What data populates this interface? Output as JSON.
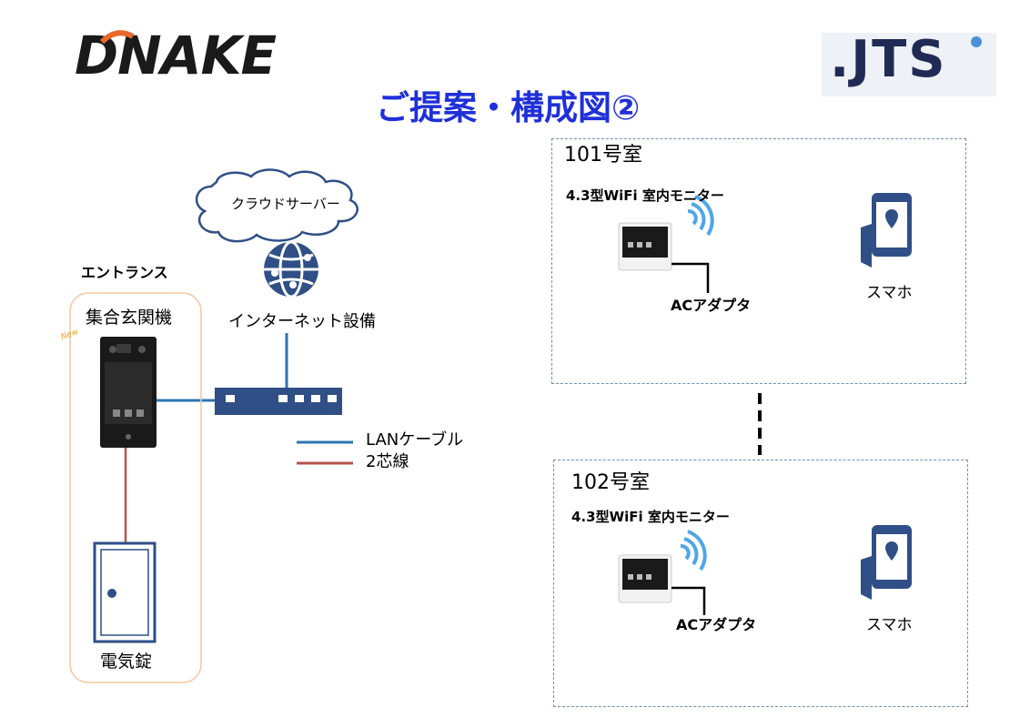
{
  "logos": {
    "left": "DNAKE",
    "right": ".JTS"
  },
  "title": "ご提案・構成図②",
  "cloud_label": "クラウドサーバー",
  "internet_label": "インターネット設備",
  "entrance": {
    "heading": "エントランス",
    "door_station_label": "集合玄関機",
    "new_badge": "New",
    "lock_label": "電気錠"
  },
  "legend": [
    {
      "label": "LANケーブル",
      "color": "#2e75b6"
    },
    {
      "label": "2芯線",
      "color": "#b5544f"
    }
  ],
  "rooms": [
    {
      "name": "101号室",
      "monitor_label": "4.3型WiFi 室内モニター",
      "adapter_label": "ACアダプタ",
      "phone_label": "スマホ"
    },
    {
      "name": "102号室",
      "monitor_label": "4.3型WiFi 室内モニター",
      "adapter_label": "ACアダプタ",
      "phone_label": "スマホ"
    }
  ],
  "colors": {
    "title": "#1f30d8",
    "lan": "#2e75b6",
    "two_wire": "#b5544f",
    "device_blue": "#2f4f86",
    "room_border": "#6e8fb5",
    "entrance_border": "#f0c9a0"
  }
}
